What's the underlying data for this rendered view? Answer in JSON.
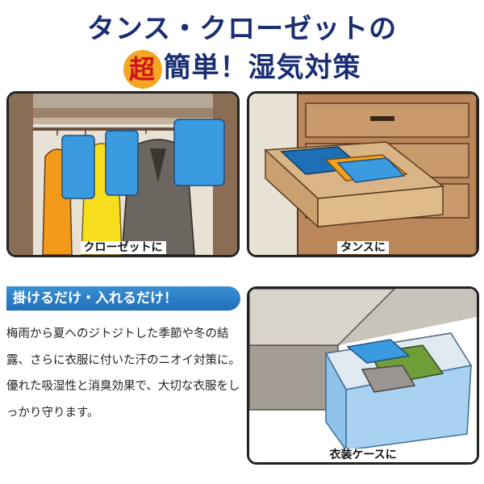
{
  "title": {
    "line1": "タンス・クローゼットの",
    "line2_highlight": "超",
    "line2_rest": "簡単！湿気対策"
  },
  "panels": {
    "closet_caption": "クローゼットに",
    "tansu_caption": "タンスに",
    "case_caption": "衣装ケースに"
  },
  "banner": "掛けるだけ・入れるだけ！",
  "description": {
    "paragraph1": "梅雨から夏へのジトジトした季節や冬の結露、さらに衣服に付いた汗のニオイ対策に。",
    "paragraph2": "優れた吸湿性と消臭効果で、大切な衣服をしっかり守ります。"
  },
  "colors": {
    "title": "#1a2e73",
    "highlight_bg": "#f4a722",
    "highlight_text": "#d0121b",
    "banner": "#1f6fb9",
    "pad_blue": "#3b9be0"
  }
}
